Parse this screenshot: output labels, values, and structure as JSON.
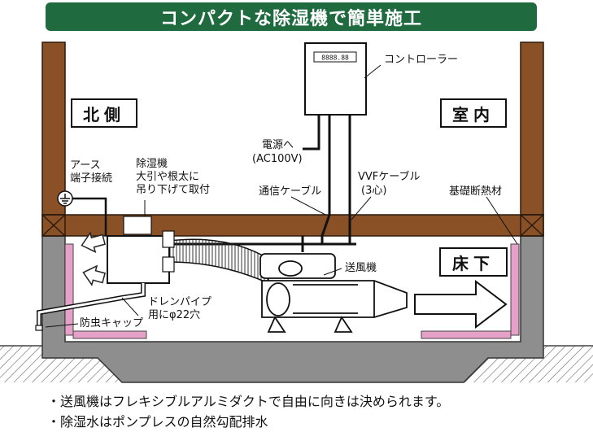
{
  "banner": {
    "title": "コンパクトな除湿機で簡単施工"
  },
  "rooms": {
    "north": "北側",
    "indoor": "室内",
    "underfloor": "床下"
  },
  "labels": {
    "controller": "コントローラー",
    "power_line1": "電源へ",
    "power_line2": "(AC100V)",
    "earth_line1": "アース",
    "earth_line2": "端子接続",
    "dehum_line1": "除湿機",
    "dehum_line2": "大引や根太に",
    "dehum_line3": "吊り下げて取付",
    "comm_cable": "通信ケーブル",
    "vvf_line1": "VVFケーブル",
    "vvf_line2": "(3心)",
    "insulation": "基礎断熱材",
    "blower": "送風機",
    "drain_line1": "ドレンパイプ",
    "drain_line2": "用にφ22穴",
    "insect_cap": "防虫キャップ",
    "controller_display": "8888.88"
  },
  "notes": [
    "・送風機はフレキシブルアルミダクトで自由に向きは決められます。",
    "・除湿水はポンプレスの自然勾配排水"
  ],
  "colors": {
    "banner": "#1f6b3f",
    "wood": "#8a5127",
    "concrete": "#8a8a8a",
    "insulation": "#e6a1c8",
    "ground": "#5a5a5a"
  }
}
